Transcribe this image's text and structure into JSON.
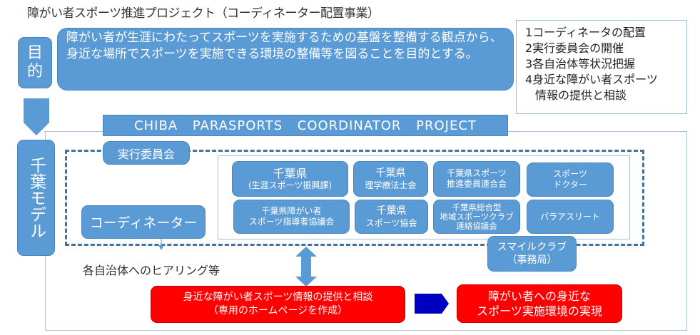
{
  "title": "障がい者スポーツ推進プロジェクト（コーディネーター配置事業）",
  "purpose": {
    "label": "目的",
    "text": "障がい者が生涯にわたってスポーツを実施するための基盤を整備する観点から、身近な場所でスポーツを実施できる環境の整備等を図ることを目的とする。"
  },
  "tasks": [
    "1コーディネータの配置",
    "2実行委員会の開催",
    "3各自治体等状況把握",
    "4身近な障がい者スポーツ",
    "情報の提供と相談"
  ],
  "model": {
    "label": "千葉モデル",
    "project_banner": "CHIBA PARASPORTS COORDINATOR PROJECT",
    "committee_label": "実行委員会",
    "members": [
      {
        "line1": "千葉県",
        "line2": "(生涯スポーツ振興課)",
        "line3": ""
      },
      {
        "line1": "千葉県",
        "line2": "理学療法士会",
        "line3": ""
      },
      {
        "line1": "千葉県スポーツ",
        "line2": "推進委員連合会",
        "line3": ""
      },
      {
        "line1": "スポーツ",
        "line2": "ドクター",
        "line3": ""
      },
      {
        "line1": "千葉県障がい者",
        "line2": "スポーツ指導者協議会",
        "line3": ""
      },
      {
        "line1": "千葉県",
        "line2": "スポーツ協会",
        "line3": ""
      },
      {
        "line1": "千葉県総合型",
        "line2": "地域スポーツクラブ",
        "line3": "連絡協議会"
      },
      {
        "line1": "パラアスリート",
        "line2": "",
        "line3": ""
      }
    ],
    "coordinator": "コーディネーター",
    "hearing": "各自治体へのヒアリング等",
    "smile_club": {
      "line1": "スマイルクラブ",
      "line2": "（事務局）"
    },
    "info_box": {
      "line1": "身近な障がい者スポーツ情報の提供と相談",
      "line2": "（専用のホームページを作成）"
    },
    "goal_box": {
      "line1": "障がい者への身近な",
      "line2": "スポーツ実施環境の実現"
    }
  },
  "colors": {
    "box_blue": "#5b9bd5",
    "dashed_border": "#41719c",
    "highlight_red": "#ff0000",
    "arrow_navy": "#0000c0"
  }
}
